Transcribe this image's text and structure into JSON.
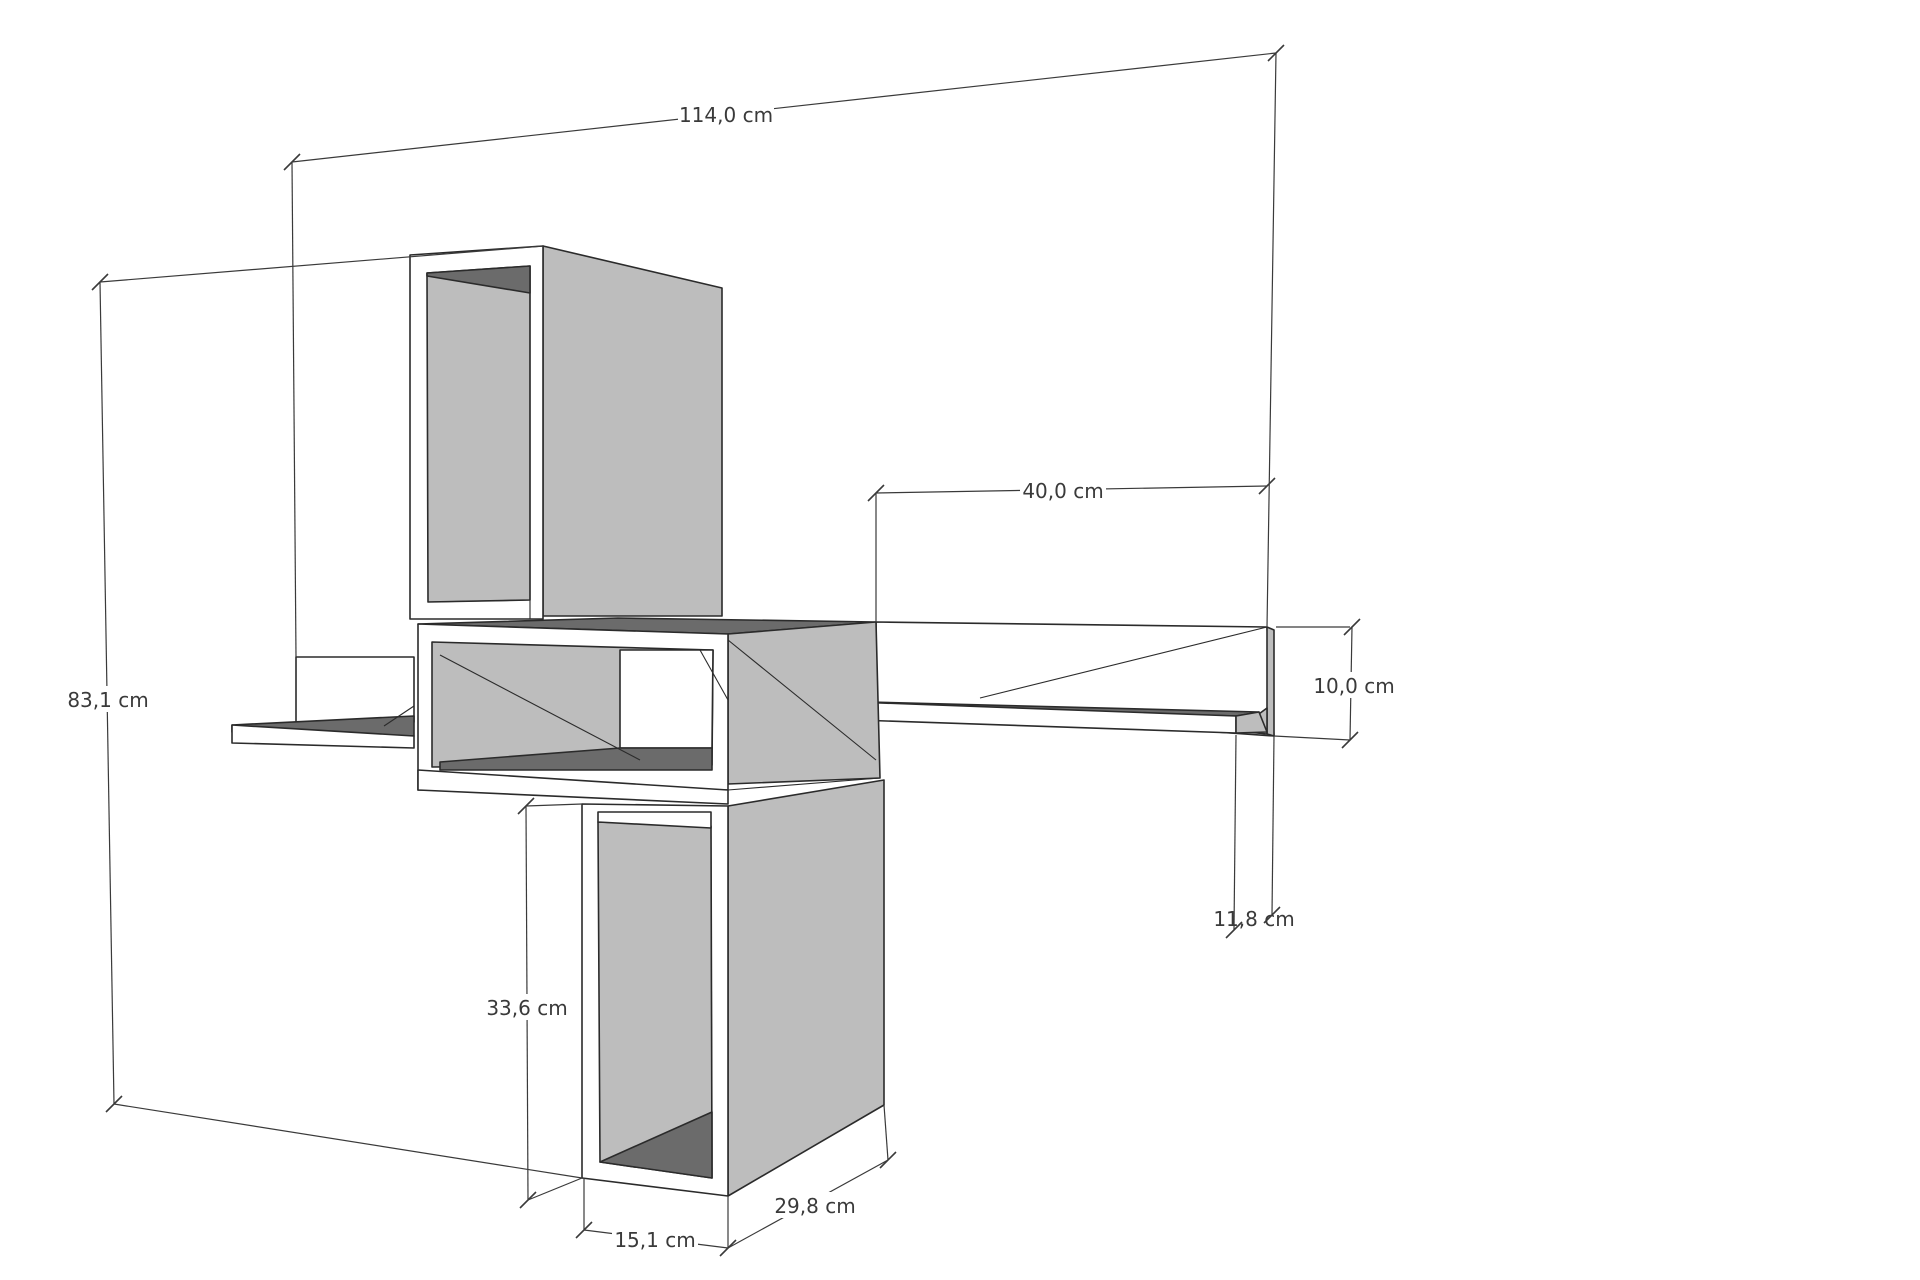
{
  "diagram": {
    "dimensions": {
      "total_width": "114,0 cm",
      "total_height": "83,1 cm",
      "shelf_length": "40,0 cm",
      "shelf_height": "10,0 cm",
      "shelf_depth": "11,8 cm",
      "lower_cube_height": "33,6 cm",
      "cube_depth": "29,8 cm",
      "cube_width": "15,1 cm"
    }
  }
}
